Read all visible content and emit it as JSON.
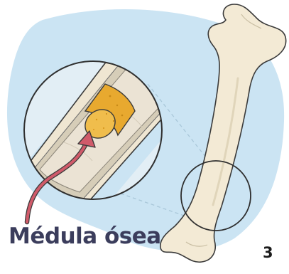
{
  "illustration": {
    "label": "Médula ósea",
    "page_number": "3"
  },
  "colors": {
    "background_blob": "#cbe4f3",
    "bone": "#f3ead5",
    "bone_outline": "#3a3a3a",
    "marrow": "#e8a92f",
    "arrow": "#d05b6a",
    "caption": "#3b3d5c",
    "guide_lines": "#a9c7d9"
  },
  "icons": [
    "femur-bone",
    "magnifier-circle",
    "bone-marrow-cylinder",
    "pointer-arrow"
  ]
}
